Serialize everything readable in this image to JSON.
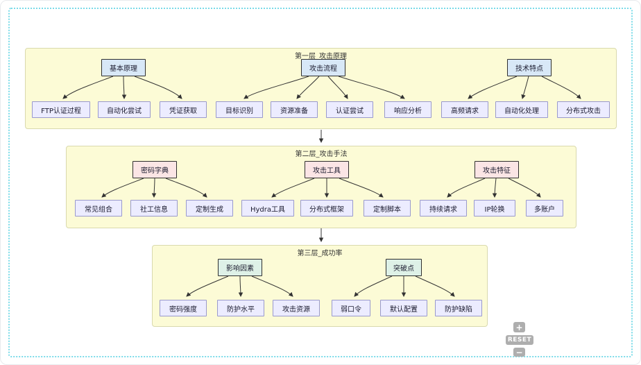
{
  "canvas": {
    "selection_border_color": "#79dbe8",
    "background": "#ffffff"
  },
  "diagram": {
    "layers": [
      {
        "title": "第一层_攻击原理",
        "groups": [
          {
            "parent": "基本原理",
            "children": [
              "FTP认证过程",
              "自动化尝试",
              "凭证获取"
            ]
          },
          {
            "parent": "攻击流程",
            "children": [
              "目标识别",
              "资源准备",
              "认证尝试",
              "响应分析"
            ]
          },
          {
            "parent": "技术特点",
            "children": [
              "高频请求",
              "自动化处理",
              "分布式攻击"
            ]
          }
        ]
      },
      {
        "title": "第二层_攻击手法",
        "groups": [
          {
            "parent": "密码字典",
            "children": [
              "常见组合",
              "社工信息",
              "定制生成"
            ]
          },
          {
            "parent": "攻击工具",
            "children": [
              "Hydra工具",
              "分布式框架",
              "定制脚本"
            ]
          },
          {
            "parent": "攻击特征",
            "children": [
              "持续请求",
              "IP轮换",
              "多账户"
            ]
          }
        ]
      },
      {
        "title": "第三层_成功率",
        "groups": [
          {
            "parent": "影响因素",
            "children": [
              "密码强度",
              "防护水平",
              "攻击资源"
            ]
          },
          {
            "parent": "突破点",
            "children": [
              "弱口令",
              "默认配置",
              "防护缺陷"
            ]
          }
        ]
      }
    ]
  },
  "colors": {
    "container_fill": "#fcfbd6",
    "container_border": "#d9d9ad",
    "layer1_parent_fill": "#d8e8f7",
    "layer2_parent_fill": "#fbe5e5",
    "layer3_parent_fill": "#def1e7",
    "child_fill": "#ececff",
    "child_border": "#9999cc",
    "edge_color": "#333333"
  },
  "controls": {
    "zoom_in": "+",
    "reset": "RESET",
    "zoom_out": "−"
  }
}
